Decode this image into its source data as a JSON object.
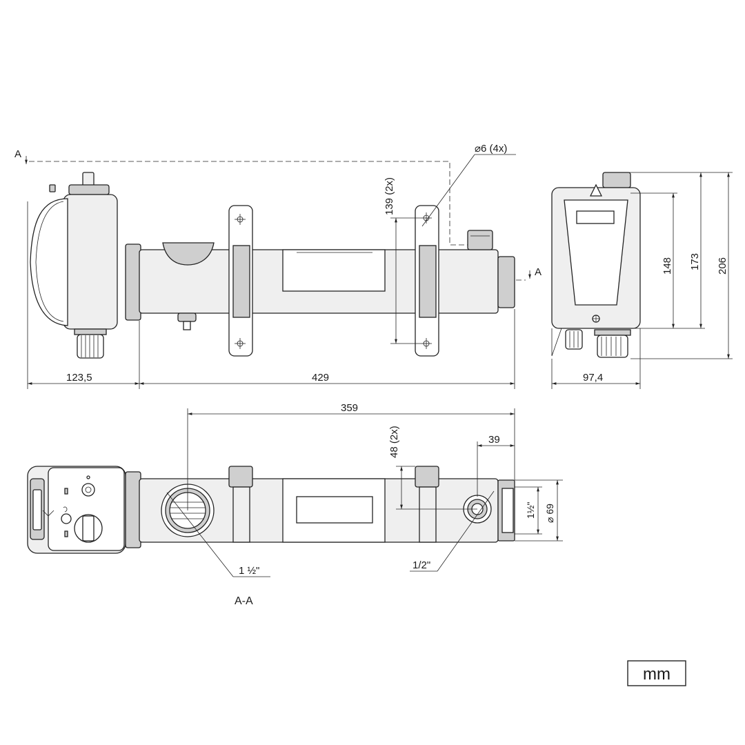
{
  "dimensions": {
    "overall_left": "123,5",
    "overall_main": "429",
    "side_width": "97,4",
    "side_h1": "148",
    "side_h2": "173",
    "side_h3": "206",
    "bracket_spacing": "139 (2x)",
    "hole_dia": "⌀6 (4x)",
    "section_length": "359",
    "section_offset": "48 (2x)",
    "section_end": "39",
    "outlet_thread": "1½\"",
    "outlet_dia": "⌀ 69",
    "inlet_thread": "1 ½\"",
    "small_thread": "1/2\""
  },
  "section": {
    "marker": "A",
    "marker_right": "A",
    "label": "A-A"
  },
  "units": "mm"
}
